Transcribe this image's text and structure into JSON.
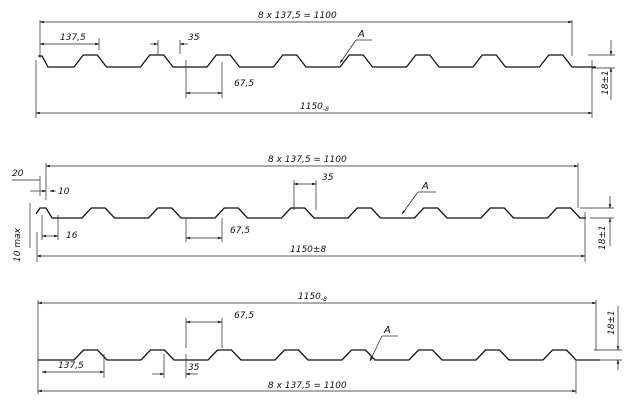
{
  "profile1": {
    "dim_total": "8 x 137,5 = 1100",
    "dim_pitch": "137,5",
    "dim_top": "35",
    "dim_bottom": "67,5",
    "dim_width": "1150",
    "dim_width_sub": "-8",
    "dim_height": "18±1",
    "label_a": "A"
  },
  "profile2": {
    "dim_total": "8 x 137,5 = 1100",
    "dim_20": "20",
    "dim_10": "10",
    "dim_10max": "10 max",
    "dim_16": "16",
    "dim_top": "35",
    "dim_bottom": "67,5",
    "dim_width": "1150±8",
    "dim_height": "18±1",
    "label_a": "A"
  },
  "profile3": {
    "dim_width": "1150",
    "dim_width_sub": "-8",
    "dim_bottom": "67,5",
    "dim_height": "18±1",
    "label_a": "A",
    "dim_pitch": "137,5",
    "dim_top": "35",
    "dim_total": "8 x 137,5 = 1100"
  }
}
